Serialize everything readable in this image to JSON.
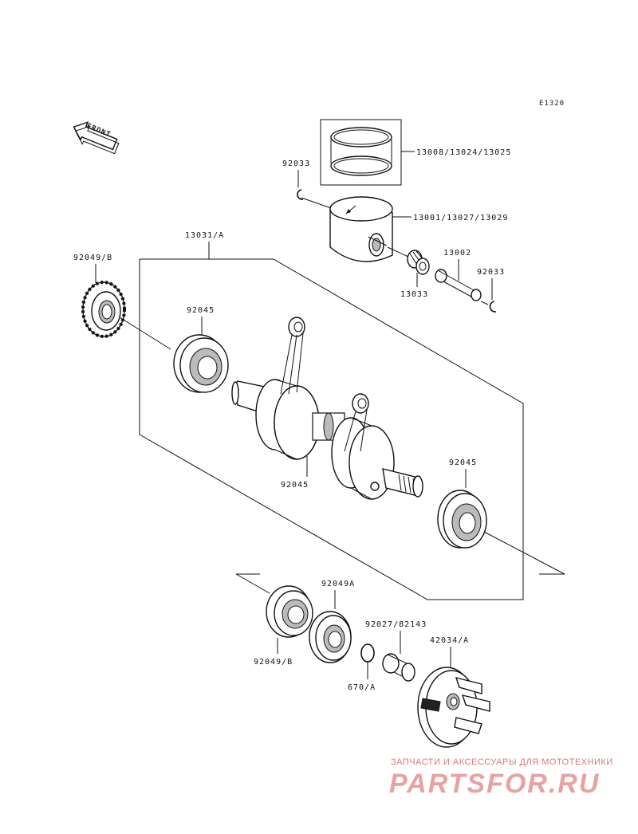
{
  "diagram": {
    "code": "E1320",
    "front_label": "FRONT",
    "labels": {
      "rings": "13008/13024/13025",
      "circlip_top": "92033",
      "piston": "13001/13027/13029",
      "pin": "13002",
      "circlip_right": "92033",
      "needle_bearing": "13033",
      "crankshaft_assy": "13031/A",
      "oil_seal_left": "92049/B",
      "bearing_left": "92045",
      "bearing_center": "92045",
      "bearing_right": "92045",
      "oil_seal_bottom_right": "92049A",
      "oil_seal_bottom_left": "92049/B",
      "collar": "92027/82143",
      "oring": "670/A",
      "coupling": "42034/A"
    }
  },
  "watermark": {
    "tagline": "ЗАПЧАСТИ И АКСЕССУАРЫ ДЛЯ МОТОТЕХНИКИ",
    "logo": "PARTSFOR.RU"
  }
}
